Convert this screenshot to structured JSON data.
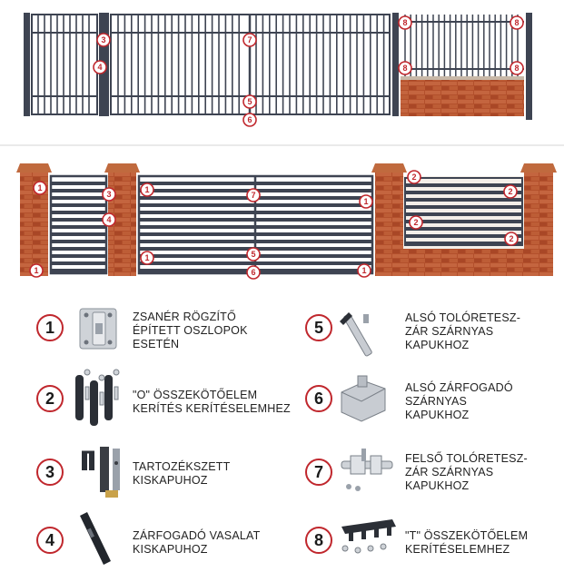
{
  "badges": {
    "b1": "1",
    "b2": "2",
    "b3": "3",
    "b4": "4",
    "b5": "5",
    "b6": "6",
    "b7": "7",
    "b8": "8"
  },
  "legend": [
    {
      "num": "1",
      "text": "ZSANÉR RÖGZÍTŐ\nÉPÍTETT OSZLOPOK\nESETÉN",
      "icon": "hinge-plate-icon"
    },
    {
      "num": "2",
      "text": "\"O\" ÖSSZEKÖTŐELEM\nKERÍTÉS KERÍTÉSELEMHEZ",
      "icon": "o-connector-icon"
    },
    {
      "num": "3",
      "text": "TARTOZÉKSZETT\nKISKAPUHOZ",
      "icon": "accessory-set-icon"
    },
    {
      "num": "4",
      "text": "ZÁRFOGADÓ VASALAT\nKISKAPUHOZ",
      "icon": "lock-keeper-icon"
    },
    {
      "num": "5",
      "text": "ALSÓ TOLÓRETESZ-\nZÁR SZÁRNYAS\nKAPUKHOZ",
      "icon": "bottom-bolt-icon"
    },
    {
      "num": "6",
      "text": "ALSÓ ZÁRFOGADÓ\nSZÁRNYAS\nKAPUKHOZ",
      "icon": "bottom-keeper-icon"
    },
    {
      "num": "7",
      "text": "FELSŐ TOLÓRETESZ-\nZÁR SZÁRNYAS\nKAPUKHOZ",
      "icon": "top-bolt-icon"
    },
    {
      "num": "8",
      "text": "\"T\" ÖSSZEKÖTŐELEM\nKERÍTÉSELEMHEZ",
      "icon": "t-connector-icon"
    }
  ],
  "colors": {
    "accent": "#c0272d",
    "metal": "#3e4452",
    "brick": "#b5532e"
  }
}
